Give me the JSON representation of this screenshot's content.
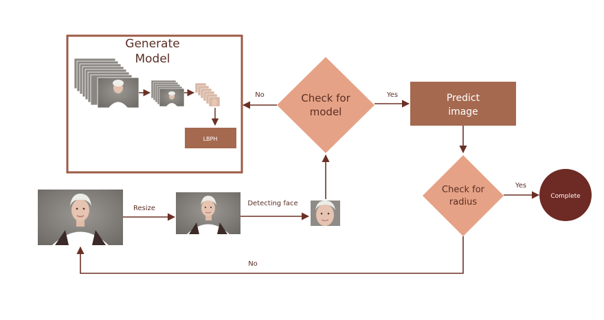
{
  "generate_model": {
    "title_line1": "Generate",
    "title_line2": "Model",
    "lbph": "LBPH"
  },
  "decision_model": {
    "line1": "Check for",
    "line2": "model"
  },
  "predict": {
    "line1": "Predict",
    "line2": "image"
  },
  "decision_radius": {
    "line1": "Check for",
    "line2": "radius"
  },
  "complete": {
    "label": "Complete"
  },
  "edges": {
    "no_to_generate": "No",
    "yes_to_predict": "Yes",
    "resize": "Resize",
    "detecting_face": "Detecting face",
    "yes_to_complete": "Yes",
    "no_loop_back": "No"
  },
  "colors": {
    "box_border": "#9c5a45",
    "diamond": "#e6a286",
    "predict_fill": "#a5694f",
    "complete_fill": "#6e2a24",
    "lbph_fill": "#a5694f",
    "arrow": "#6b2f25"
  }
}
